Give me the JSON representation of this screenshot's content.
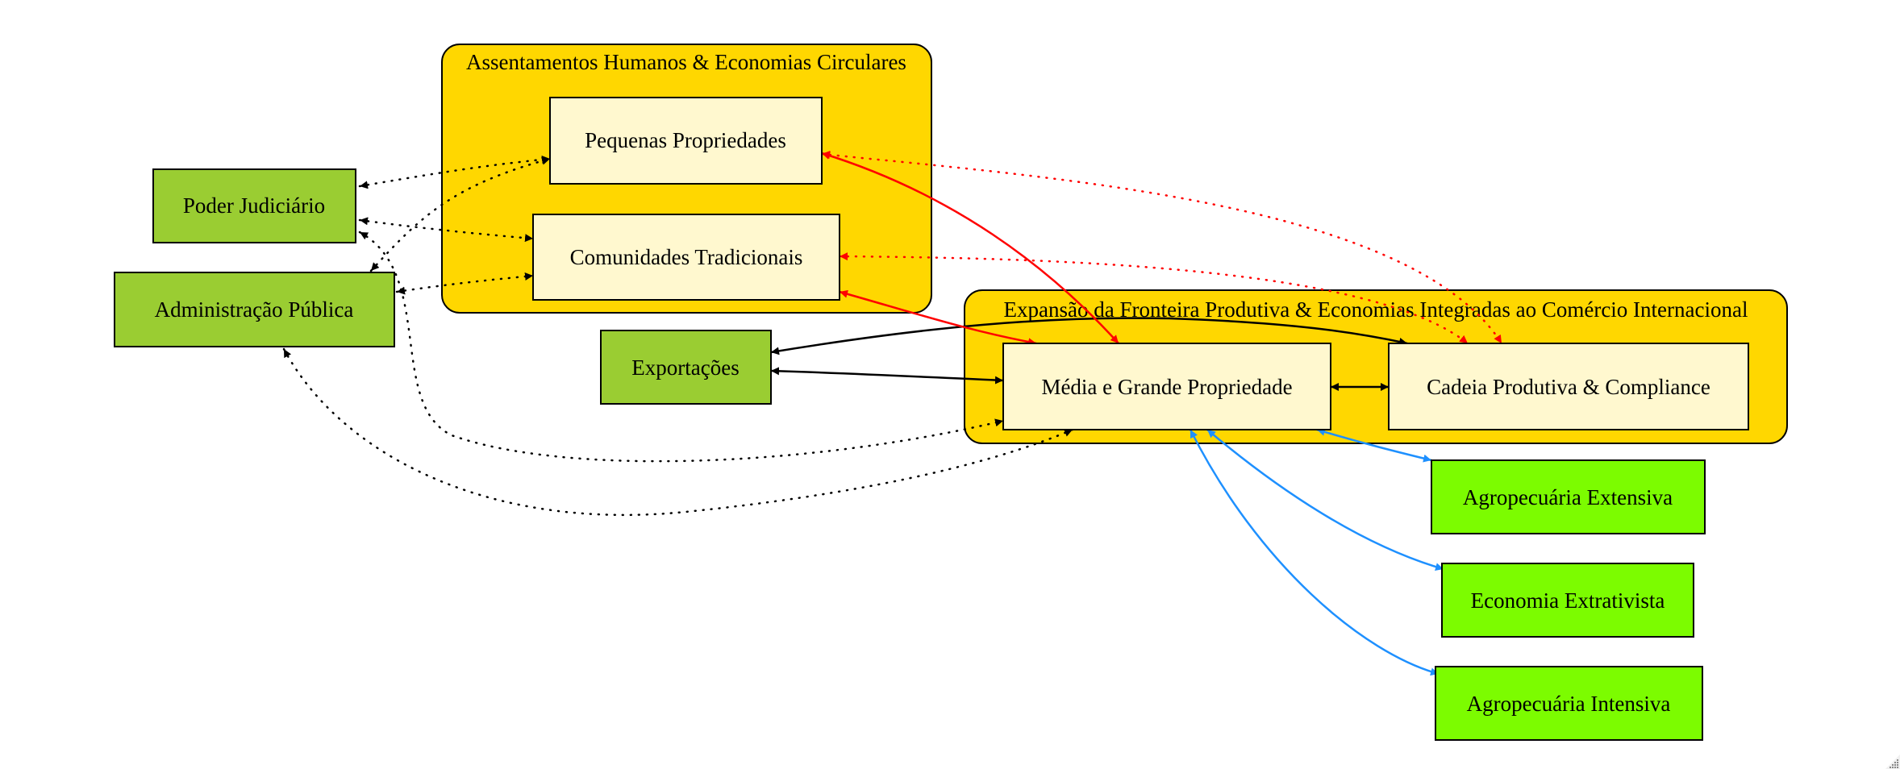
{
  "colors": {
    "cluster_fill": "#FFD700",
    "inner_node_fill": "#FFF8CF",
    "outer_node_fill_olive": "#9ACD32",
    "outer_node_fill_lime": "#7CFC00",
    "edge_black": "#000000",
    "edge_red": "#FF0000",
    "edge_blue": "#1E90FF"
  },
  "clusters": [
    {
      "id": "assentamentos",
      "label": "Assentamentos Humanos & Economias Circulares"
    },
    {
      "id": "expansao",
      "label": "Expansão da Fronteira Produtiva & Economias Integradas ao Comércio Internacional"
    }
  ],
  "nodes": [
    {
      "id": "pequenas",
      "label": "Pequenas Propriedades",
      "cluster": "assentamentos",
      "fill": "inner"
    },
    {
      "id": "comunidades",
      "label": "Comunidades Tradicionais",
      "cluster": "assentamentos",
      "fill": "inner"
    },
    {
      "id": "judiciario",
      "label": "Poder Judiciário",
      "cluster": null,
      "fill": "olive"
    },
    {
      "id": "administracao",
      "label": "Administração Pública",
      "cluster": null,
      "fill": "olive"
    },
    {
      "id": "exportacoes",
      "label": "Exportações",
      "cluster": null,
      "fill": "olive"
    },
    {
      "id": "media",
      "label": "Média e Grande Propriedade",
      "cluster": "expansao",
      "fill": "inner"
    },
    {
      "id": "cadeia",
      "label": "Cadeia Produtiva & Compliance",
      "cluster": "expansao",
      "fill": "inner"
    },
    {
      "id": "agro_ext",
      "label": "Agropecuária Extensiva",
      "cluster": null,
      "fill": "lime"
    },
    {
      "id": "extrativista",
      "label": "Economia Extrativista",
      "cluster": null,
      "fill": "lime"
    },
    {
      "id": "agro_int",
      "label": "Agropecuária Intensiva",
      "cluster": null,
      "fill": "lime"
    }
  ],
  "edges": [
    {
      "from": "judiciario",
      "to": "pequenas",
      "style": "dotted",
      "color": "black",
      "dir": "both"
    },
    {
      "from": "judiciario",
      "to": "comunidades",
      "style": "dotted",
      "color": "black",
      "dir": "both"
    },
    {
      "from": "administracao",
      "to": "pequenas",
      "style": "dotted",
      "color": "black",
      "dir": "both"
    },
    {
      "from": "administracao",
      "to": "comunidades",
      "style": "dotted",
      "color": "black",
      "dir": "both"
    },
    {
      "from": "judiciario",
      "to": "media",
      "style": "dotted",
      "color": "black",
      "dir": "both"
    },
    {
      "from": "administracao",
      "to": "media",
      "style": "dotted",
      "color": "black",
      "dir": "both"
    },
    {
      "from": "exportacoes",
      "to": "media",
      "style": "solid",
      "color": "black",
      "dir": "both"
    },
    {
      "from": "exportacoes",
      "to": "cadeia",
      "style": "solid",
      "color": "black",
      "dir": "both"
    },
    {
      "from": "media",
      "to": "cadeia",
      "style": "solid",
      "color": "black",
      "dir": "both"
    },
    {
      "from": "pequenas",
      "to": "media",
      "style": "solid",
      "color": "red",
      "dir": "both"
    },
    {
      "from": "comunidades",
      "to": "media",
      "style": "solid",
      "color": "red",
      "dir": "both"
    },
    {
      "from": "pequenas",
      "to": "cadeia",
      "style": "dotted",
      "color": "red",
      "dir": "both"
    },
    {
      "from": "comunidades",
      "to": "cadeia",
      "style": "dotted",
      "color": "red",
      "dir": "both"
    },
    {
      "from": "media",
      "to": "agro_ext",
      "style": "solid",
      "color": "blue",
      "dir": "both"
    },
    {
      "from": "media",
      "to": "extrativista",
      "style": "solid",
      "color": "blue",
      "dir": "both"
    },
    {
      "from": "media",
      "to": "agro_int",
      "style": "solid",
      "color": "blue",
      "dir": "both"
    }
  ]
}
